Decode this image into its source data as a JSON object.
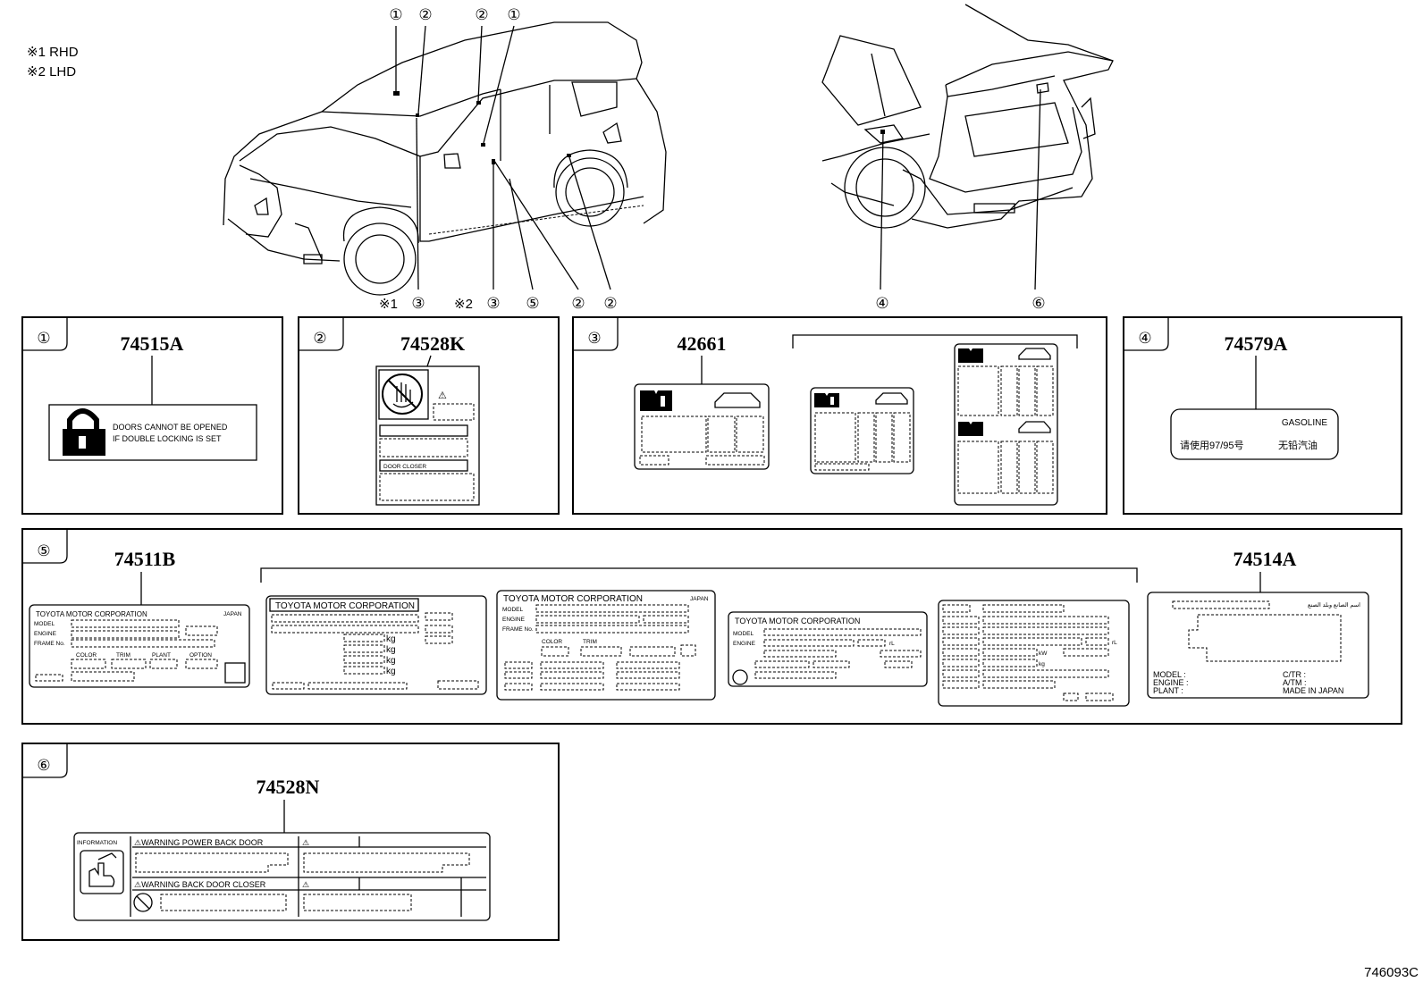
{
  "legend": {
    "rhd": "※1 RHD",
    "lhd": "※2 LHD"
  },
  "callouts": {
    "front_top": [
      "①",
      "②",
      "②",
      "①"
    ],
    "front_bottom": [
      "※1",
      "③",
      "※2",
      "③",
      "⑤",
      "②",
      "②"
    ],
    "rear_bottom": [
      "④",
      "⑥"
    ]
  },
  "panels": [
    {
      "index": "①",
      "part": "74515A"
    },
    {
      "index": "②",
      "part": "74528K"
    },
    {
      "index": "③",
      "part": "42661"
    },
    {
      "index": "④",
      "part": "74579A"
    },
    {
      "index": "⑤",
      "part": "74511B",
      "part2": "74514A"
    },
    {
      "index": "⑥",
      "part": "74528N"
    }
  ],
  "labels": {
    "doors_l1": "DOORS CANNOT BE OPENED",
    "doors_l2": "IF DOUBLE LOCKING IS SET",
    "door_closer": "DOOR CLOSER",
    "gasoline": "GASOLINE",
    "fuel_cn1": "请使用97/95号",
    "fuel_cn2": "无铅汽油",
    "toyota": "TOYOTA MOTOR CORPORATION",
    "japan": "JAPAN",
    "model": "MODEL",
    "engine": "ENGINE",
    "frame": "FRAME No.",
    "color": "COLOR",
    "trim": "TRIM",
    "plant": "PLANT",
    "option": "OPTION",
    "kg": "kg",
    "ctr": "C/TR :",
    "atm": "A/TM :",
    "made_in_japan": "MADE IN JAPAN",
    "model_c": "MODEL :",
    "engine_c": "ENGINE :",
    "plant_c": "PLANT :",
    "arabic": "اسم الصانع وبلد الصنع",
    "information": "INFORMATION",
    "warn_power": "⚠WARNING  POWER BACK DOOR",
    "warn_closer": "⚠WARNING  BACK DOOR CLOSER",
    "rl": "rL",
    "kw": "kW"
  },
  "figure_code": "746093C"
}
